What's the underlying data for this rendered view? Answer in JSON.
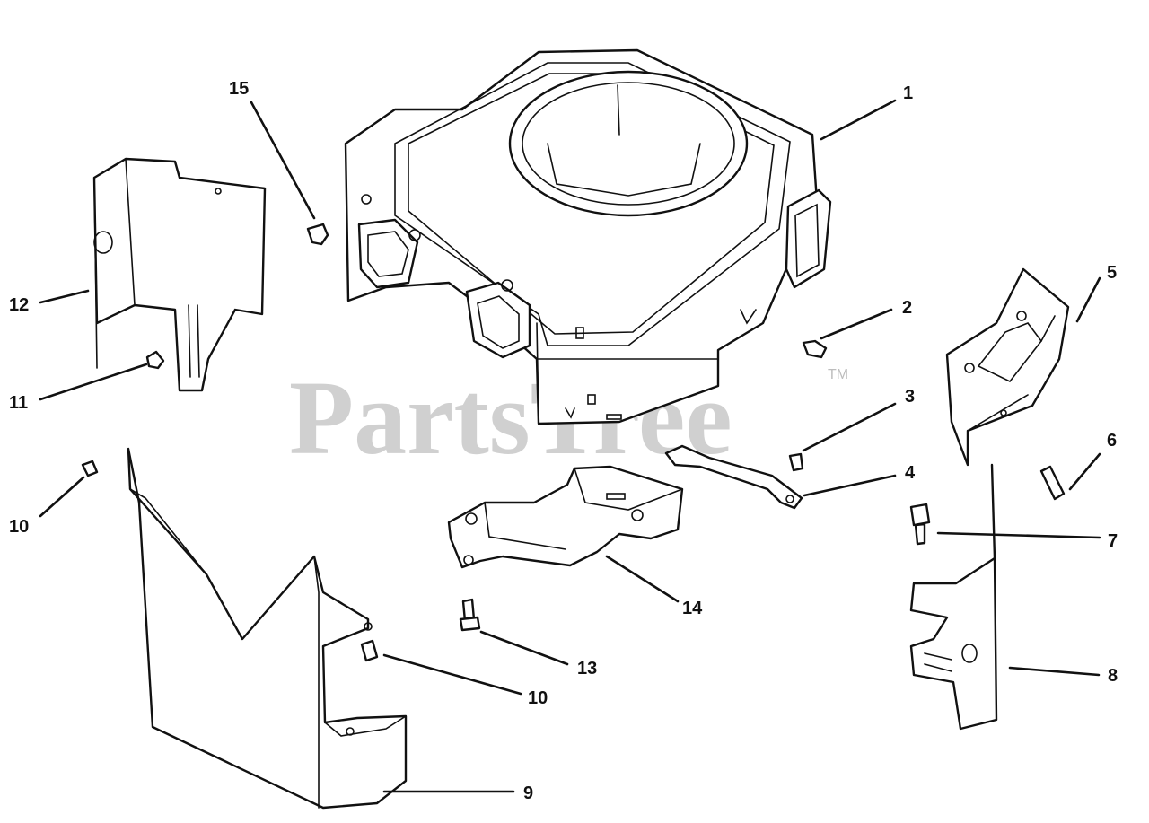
{
  "watermark": {
    "text": "PartsTree",
    "tm": "TM"
  },
  "callouts": {
    "c1": "1",
    "c2": "2",
    "c3": "3",
    "c4": "4",
    "c5": "5",
    "c6": "6",
    "c7": "7",
    "c8": "8",
    "c9": "9",
    "c10a": "10",
    "c10b": "10",
    "c11": "11",
    "c12": "12",
    "c13": "13",
    "c14": "14",
    "c15": "15"
  }
}
